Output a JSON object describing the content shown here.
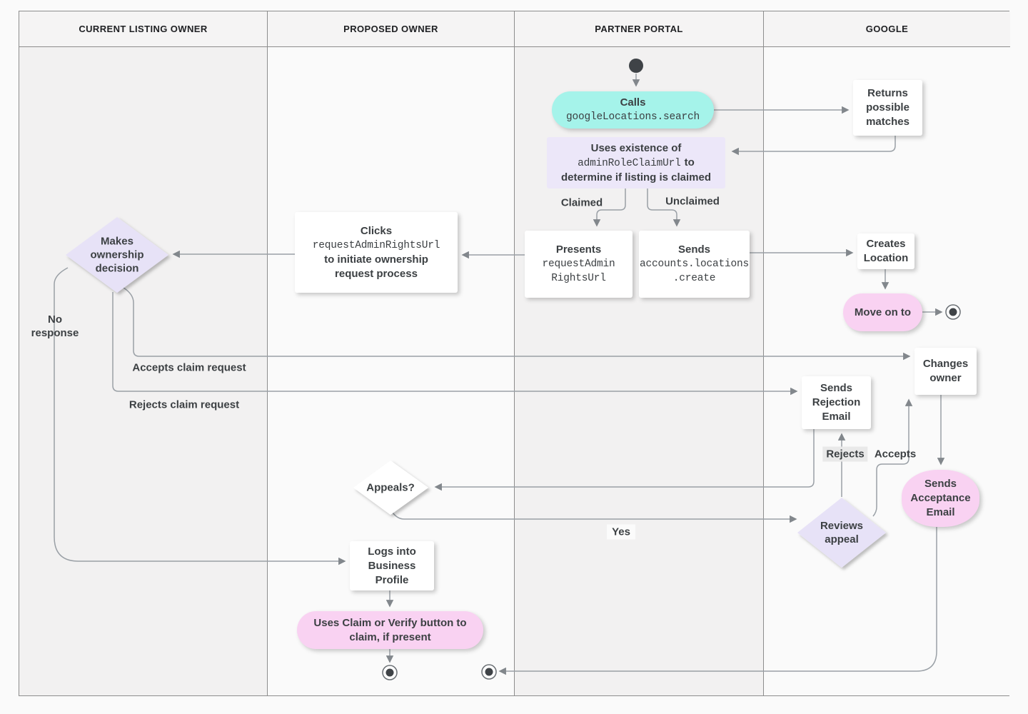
{
  "lanes": [
    {
      "label": "CURRENT LISTING OWNER"
    },
    {
      "label": "PROPOSED OWNER"
    },
    {
      "label": "PARTNER PORTAL"
    },
    {
      "label": "GOOGLE"
    }
  ],
  "nodes": {
    "calls": {
      "title": "Calls",
      "code": "googleLocations.search"
    },
    "returns": {
      "text": "Returns\npossible\nmatches"
    },
    "uses": {
      "line1": "Uses existence of",
      "code": "adminRoleClaimUrl",
      "after_code": "to",
      "line3": "determine if listing is claimed"
    },
    "presents": {
      "title": "Presents",
      "code": "requestAdmin\nRightsUrl"
    },
    "sends_create": {
      "title": "Sends",
      "code": "accounts.locations\n.create"
    },
    "clicks": {
      "title": "Clicks",
      "code": "requestAdminRightsUrl",
      "rest": "to initiate ownership\nrequest process"
    },
    "makes_decision": {
      "text": "Makes\nownership\ndecision"
    },
    "creates_location": {
      "text": "Creates\nLocation"
    },
    "move_on": {
      "text": "Move on to"
    },
    "changes_owner": {
      "text": "Changes\nowner"
    },
    "sends_rejection": {
      "text": "Sends\nRejection\nEmail"
    },
    "appeals": {
      "text": "Appeals?"
    },
    "reviews_appeal": {
      "text": "Reviews\nappeal"
    },
    "sends_acceptance": {
      "text": "Sends\nAcceptance\nEmail"
    },
    "logs_in": {
      "text": "Logs into\nBusiness\nProfile"
    },
    "claim_verify": {
      "text": "Uses Claim or Verify button to\nclaim, if present"
    }
  },
  "edge_labels": {
    "claimed": "Claimed",
    "unclaimed": "Unclaimed",
    "no_response": "No\nresponse",
    "accepts_claim": "Accepts claim request",
    "rejects_claim": "Rejects claim request",
    "rejects": "Rejects",
    "accepts": "Accepts",
    "yes": "Yes"
  },
  "palette": {
    "lane_dark": "#f2f1f1",
    "lane_light": "#fafafa",
    "header_bg": "#f5f4f4",
    "border": "#8d8d8d",
    "teal": "#a5f3ea",
    "lavender": "#ece7f9",
    "diamond_lavender": "#e7e2f7",
    "pink": "#f9d2f2",
    "node_white": "#ffffff",
    "text": "#3c4043",
    "edge": "#9aa0a6",
    "arrowhead": "#82878c",
    "terminal_dot": "#3f4347"
  }
}
